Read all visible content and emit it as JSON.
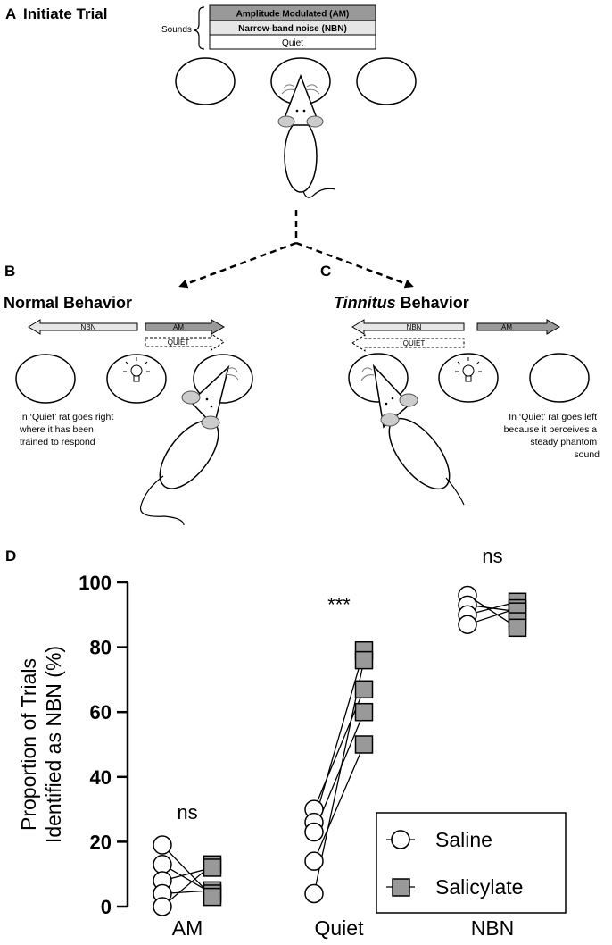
{
  "panel_a": {
    "letter": "A",
    "title": "Initiate Trial",
    "sounds_label": "Sounds",
    "sound_options": [
      "Amplitude Modulated (AM)",
      "Narrow-band noise (NBN)",
      "Quiet"
    ]
  },
  "panel_b": {
    "letter": "B",
    "title": "Normal Behavior",
    "arrow_nbn": "NBN",
    "arrow_am": "AM",
    "arrow_quiet": "QUIET",
    "caption_lines": [
      "In ‘Quiet’ rat goes right",
      "where it has been",
      "trained to respond"
    ]
  },
  "panel_c": {
    "letter": "C",
    "title_italic": "Tinnitus",
    "title_rest": " Behavior",
    "arrow_nbn": "NBN",
    "arrow_am": "AM",
    "arrow_quiet": "QUIET",
    "caption_lines": [
      "In ‘Quiet’ rat goes left",
      "because it perceives a",
      "steady phantom",
      "sound"
    ]
  },
  "panel_d": {
    "letter": "D"
  },
  "chart_data": {
    "type": "scatter",
    "ylabel_lines": [
      "Proportion of Trials",
      "Identified as NBN (%)"
    ],
    "ylim": [
      0,
      100
    ],
    "yticks": [
      0,
      20,
      40,
      60,
      80,
      100
    ],
    "categories": [
      "AM",
      "Quiet",
      "NBN"
    ],
    "significance": [
      "ns",
      "***",
      "ns"
    ],
    "legend": {
      "placement": "bottom-right",
      "entries": [
        "Saline",
        "Salicylate"
      ]
    },
    "series": [
      {
        "name": "Saline",
        "marker": "circle",
        "fill": "#ffffff",
        "values": [
          [
            19,
            13,
            8,
            4,
            0
          ],
          [
            30,
            26,
            23,
            14,
            4
          ],
          [
            96,
            93,
            90,
            87
          ]
        ]
      },
      {
        "name": "Salicylate",
        "marker": "square",
        "fill": "#999999",
        "values": [
          [
            13,
            12,
            5,
            4,
            3
          ],
          [
            79,
            76,
            67,
            60,
            50
          ],
          [
            94,
            92,
            91,
            88,
            86
          ]
        ]
      }
    ],
    "pairs": [
      [
        [
          0,
          4
        ],
        [
          1,
          3
        ],
        [
          2,
          1
        ],
        [
          3,
          2
        ],
        [
          4,
          0
        ]
      ],
      [
        [
          0,
          2
        ],
        [
          1,
          0
        ],
        [
          2,
          3
        ],
        [
          3,
          4
        ],
        [
          4,
          1
        ]
      ],
      [
        [
          0,
          4
        ],
        [
          1,
          2
        ],
        [
          2,
          0
        ],
        [
          3,
          1
        ]
      ]
    ],
    "colors": {
      "saline_fill": "#ffffff",
      "salicylate_fill": "#999999",
      "am_bar": "#999999",
      "nbn_bar": "#e6e6e6"
    }
  }
}
